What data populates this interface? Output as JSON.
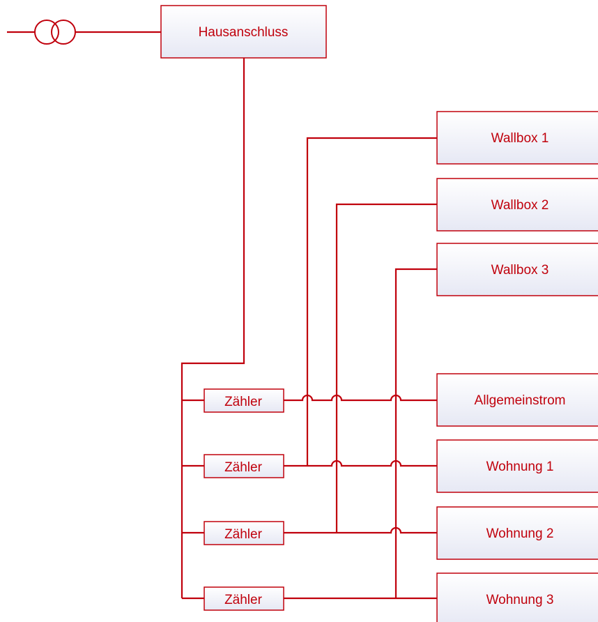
{
  "colors": {
    "stroke": "#c0000c",
    "text": "#c0000c",
    "box_fill_top": "#ffffff",
    "box_fill_bottom": "#e6e8f4"
  },
  "house_connection": {
    "label": "Hausanschluss"
  },
  "transformer": {
    "icon": "transformer-icon"
  },
  "meters": [
    {
      "label": "Zähler"
    },
    {
      "label": "Zähler"
    },
    {
      "label": "Zähler"
    },
    {
      "label": "Zähler"
    }
  ],
  "consumers": [
    {
      "label": "Wallbox 1"
    },
    {
      "label": "Wallbox 2"
    },
    {
      "label": "Wallbox 3"
    },
    {
      "label": "Allgemeinstrom"
    },
    {
      "label": "Wohnung 1"
    },
    {
      "label": "Wohnung 2"
    },
    {
      "label": "Wohnung 3"
    }
  ]
}
